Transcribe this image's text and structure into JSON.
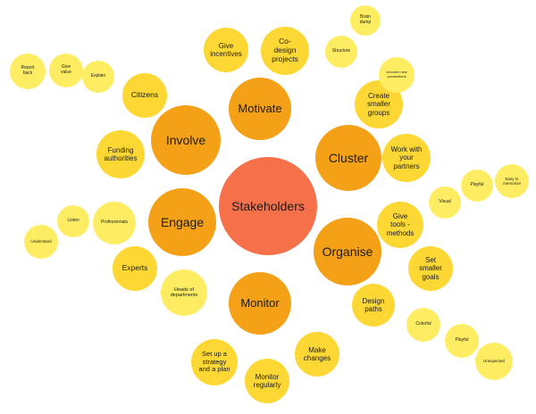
{
  "colors": {
    "center": "#f6704a",
    "primary": "#f5a118",
    "secondary": "#fdd835",
    "tertiary": "#feed62"
  },
  "center": {
    "label": "Stakeholders"
  },
  "primary": {
    "motivate": "Motivate",
    "involve": "Involve",
    "cluster": "Cluster",
    "engage": "Engage",
    "organise": "Organise",
    "monitor": "Monitor"
  },
  "secondary": {
    "give_incentives": "Give\nincentives",
    "co_design_projects": "Co-\ndesign\nprojects",
    "citizens": "Citizens",
    "funding_authorities": "Funding\nauthorities",
    "create_smaller_groups": "Create\nsmaller\ngroups",
    "work_with_partners": "Work with\nyour\npartners",
    "experts": "Experts",
    "give_tools_methods": "Give\ntools -\nmethods",
    "set_smaller_goals": "Set\nsmaller\ngoals",
    "design_paths": "Design\npaths",
    "make_changes": "Make\nchanges",
    "monitor_regularly": "Monitor\nregularly",
    "strategy_plan": "Set up a\nstrategy\nand a plan"
  },
  "tertiary": {
    "report_back": "Report\nback",
    "give_value": "Give\nvalue",
    "explain": "Explain",
    "brain_dump": "Brain\ndump",
    "structure": "Structure",
    "uncover_connections": "Uncover new\nconnections",
    "playful_top": "Playful",
    "easy_to_memorize": "Easy to\nmemorize",
    "visual": "Visual",
    "listen": "Listen",
    "professionals": "Professionals",
    "understand": "Understand",
    "heads_of_departments": "Heads of\ndepartments",
    "colorful": "Colorful",
    "playful_bottom": "Playful",
    "unexpected": "Unexpected"
  }
}
